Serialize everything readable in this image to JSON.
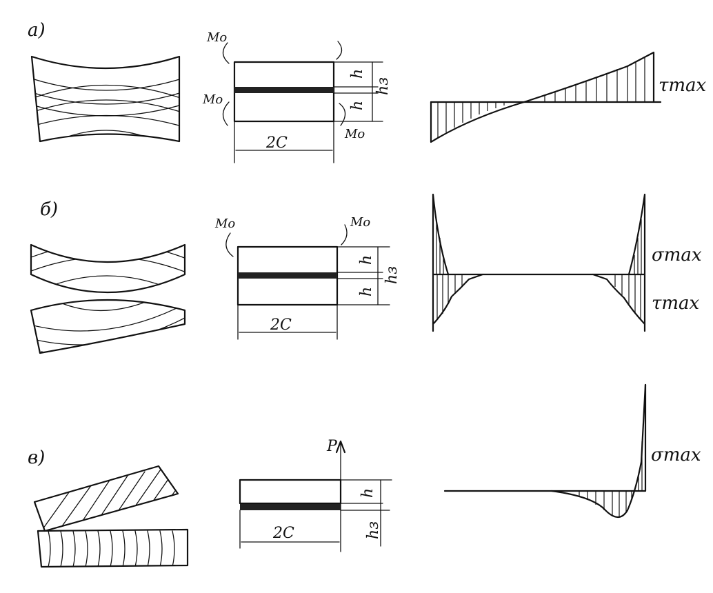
{
  "panels": [
    {
      "label": "а)",
      "moment_labels": [
        "Mo",
        "Mo",
        "Mo"
      ],
      "dim_h_top": "h",
      "dim_h_bottom": "h",
      "dim_glue": "hз",
      "dim_width": "2C",
      "stress_label": "τmax"
    },
    {
      "label": "б)",
      "moment_labels": [
        "Mo",
        "Mo"
      ],
      "dim_h_top": "h",
      "dim_h_bottom": "h",
      "dim_glue": "hз",
      "dim_width": "2C",
      "stress_labels": [
        "σmax",
        "τmax"
      ]
    },
    {
      "label": "в)",
      "force_label": "P",
      "dim_h_top": "h",
      "dim_glue": "hз",
      "dim_width": "2C",
      "stress_label": "σmax"
    }
  ]
}
